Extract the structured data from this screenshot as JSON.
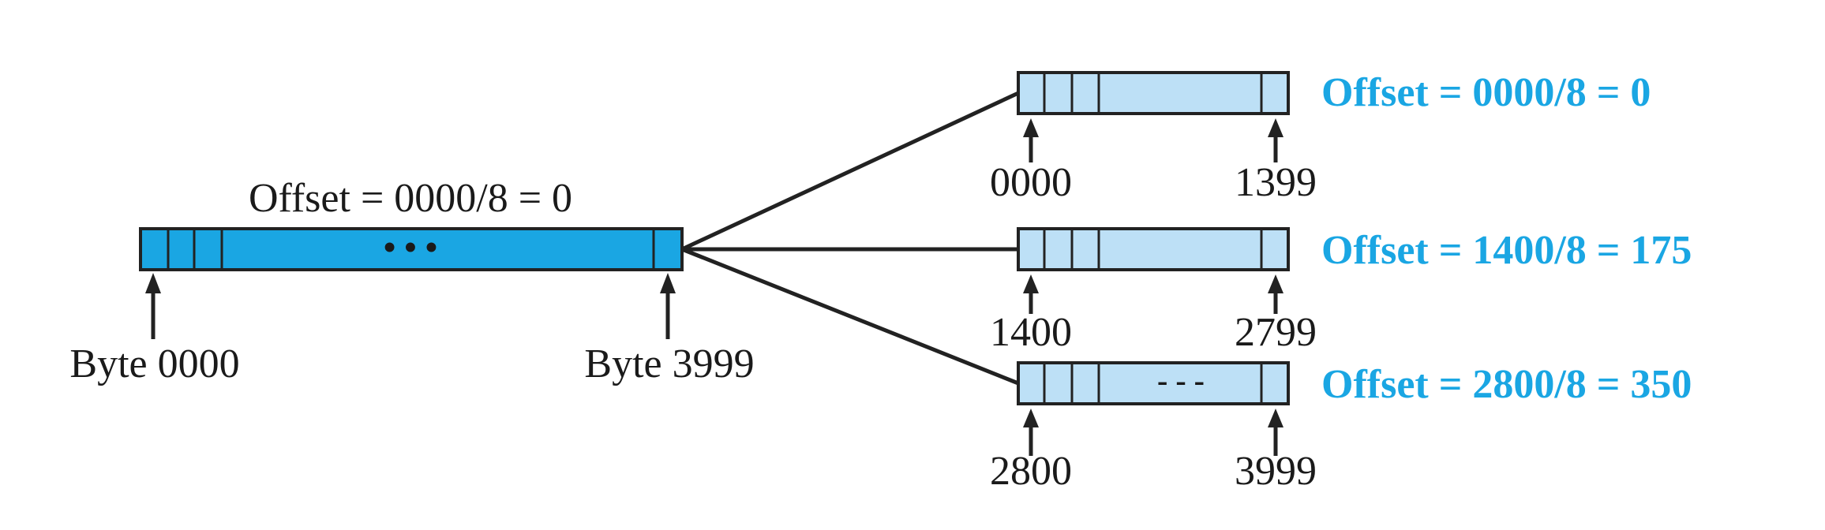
{
  "colors": {
    "original_fill": "#1aa6e3",
    "fragment_fill": "#bde0f6",
    "offset_text": "#1aa6e3",
    "stroke": "#222222"
  },
  "original": {
    "offset_label": "Offset = 0000/8 = 0",
    "ellipsis": "• • •",
    "start_label": "Byte 0000",
    "end_label": "Byte 3999"
  },
  "fragments": [
    {
      "start": "0000",
      "end": "1399",
      "offset_label": "Offset = 0000/8 = 0",
      "ellipsis": ""
    },
    {
      "start": "1400",
      "end": "2799",
      "offset_label": "Offset = 1400/8 = 175",
      "ellipsis": ""
    },
    {
      "start": "2800",
      "end": "3999",
      "offset_label": "Offset = 2800/8 = 350",
      "ellipsis": "- - -"
    }
  ]
}
